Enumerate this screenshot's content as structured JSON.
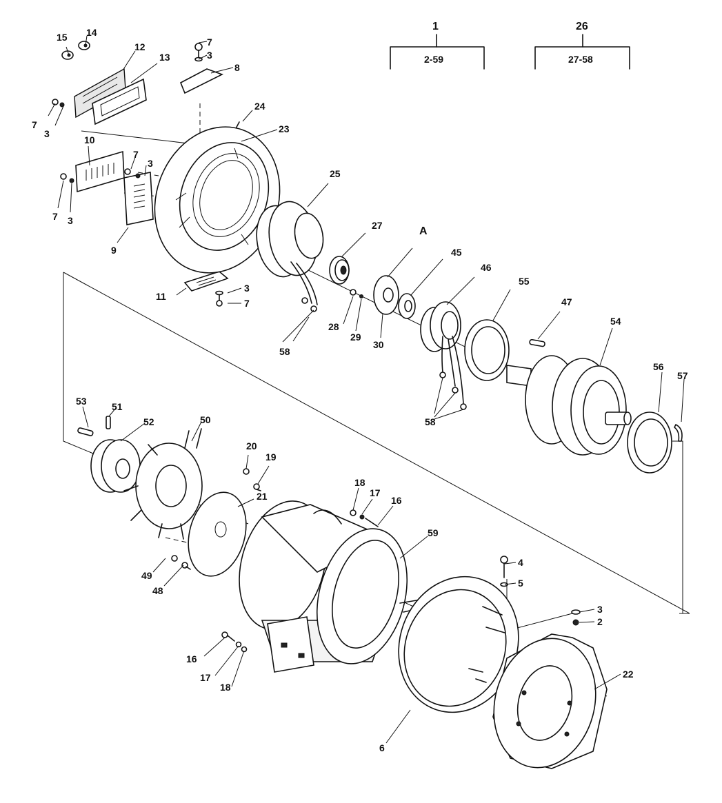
{
  "groups": [
    {
      "assembly": "1",
      "range": "2-59"
    },
    {
      "assembly": "26",
      "range": "27-58"
    }
  ],
  "view_label": "A",
  "callouts": {
    "c2": "2",
    "c3a": "3",
    "c3b": "3",
    "c3c": "3",
    "c3d": "3",
    "c3e": "3",
    "c3f": "3",
    "c4": "4",
    "c5": "5",
    "c6": "6",
    "c7a": "7",
    "c7b": "7",
    "c7c": "7",
    "c7d": "7",
    "c7e": "7",
    "c8": "8",
    "c9": "9",
    "c10": "10",
    "c11": "11",
    "c12": "12",
    "c13": "13",
    "c14": "14",
    "c15": "15",
    "c16a": "16",
    "c16b": "16",
    "c17a": "17",
    "c17b": "17",
    "c18a": "18",
    "c18b": "18",
    "c19": "19",
    "c20": "20",
    "c21": "21",
    "c22": "22",
    "c23": "23",
    "c24": "24",
    "c25": "25",
    "c27": "27",
    "c28": "28",
    "c29": "29",
    "c30": "30",
    "c45": "45",
    "c46": "46",
    "c47": "47",
    "c48": "48",
    "c49": "49",
    "c50": "50",
    "c51": "51",
    "c52": "52",
    "c53": "53",
    "c54": "54",
    "c55": "55",
    "c56": "56",
    "c57": "57",
    "c58a": "58",
    "c58b": "58",
    "c59": "59"
  }
}
